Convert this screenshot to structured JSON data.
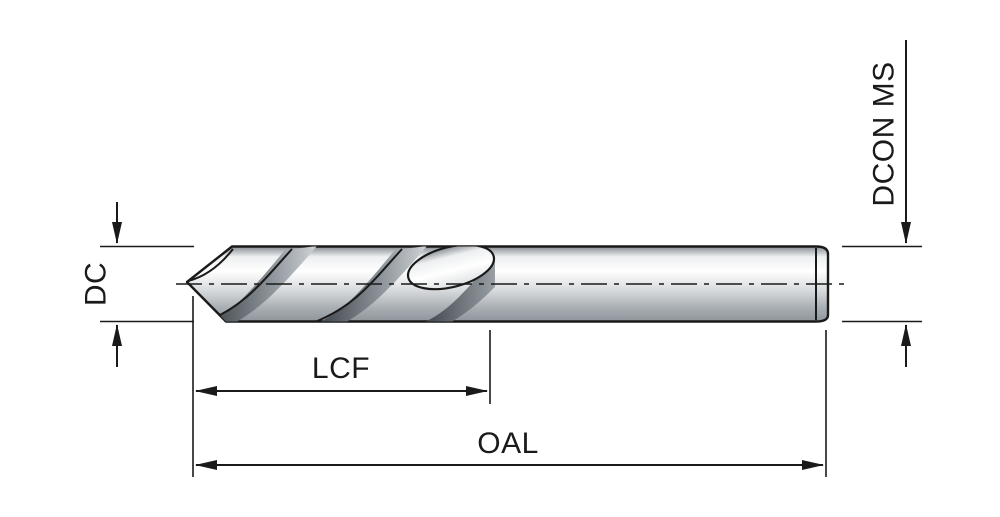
{
  "diagram": {
    "labels": {
      "diameter": "DC",
      "flute_length": "LCF",
      "overall_length": "OAL",
      "shank_diameter": "DCON MS"
    },
    "colors": {
      "line": "#1a1a1a",
      "background": "#ffffff",
      "metal": [
        "#7f868c",
        "#edeff0",
        "#ffffff",
        "#d8dbdd",
        "#a7adb2",
        "#8e959a"
      ],
      "flute": [
        "#3a4046",
        "#878e94",
        "#cfd3d6"
      ]
    }
  }
}
